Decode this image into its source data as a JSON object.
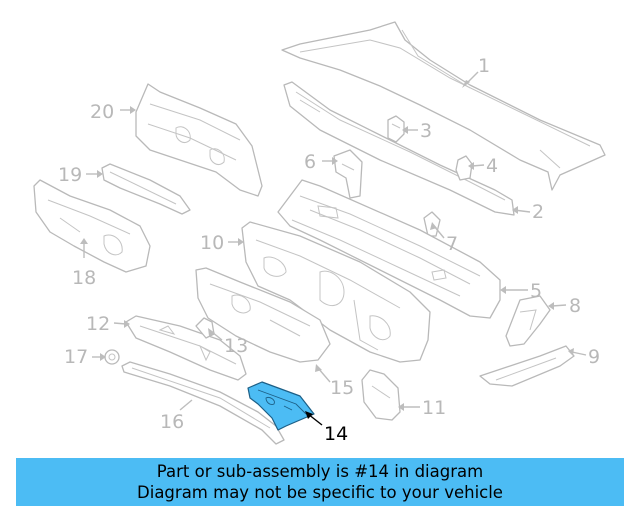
{
  "callouts": [
    {
      "num": "1",
      "highlighted": false
    },
    {
      "num": "2",
      "highlighted": false
    },
    {
      "num": "3",
      "highlighted": false
    },
    {
      "num": "4",
      "highlighted": false
    },
    {
      "num": "5",
      "highlighted": false
    },
    {
      "num": "6",
      "highlighted": false
    },
    {
      "num": "7",
      "highlighted": false
    },
    {
      "num": "8",
      "highlighted": false
    },
    {
      "num": "9",
      "highlighted": false
    },
    {
      "num": "10",
      "highlighted": false
    },
    {
      "num": "11",
      "highlighted": false
    },
    {
      "num": "12",
      "highlighted": false
    },
    {
      "num": "13",
      "highlighted": false
    },
    {
      "num": "14",
      "highlighted": true
    },
    {
      "num": "15",
      "highlighted": false
    },
    {
      "num": "16",
      "highlighted": false
    },
    {
      "num": "17",
      "highlighted": false
    },
    {
      "num": "18",
      "highlighted": false
    },
    {
      "num": "19",
      "highlighted": false
    },
    {
      "num": "20",
      "highlighted": false
    }
  ],
  "highlight_color": "#4cbcf4",
  "line_art_color": "#b9b9b9",
  "banner": {
    "line1": "Part or sub-assembly is #14 in diagram",
    "line2": "Diagram may not be specific to your vehicle",
    "background": "#4cbcf4"
  }
}
